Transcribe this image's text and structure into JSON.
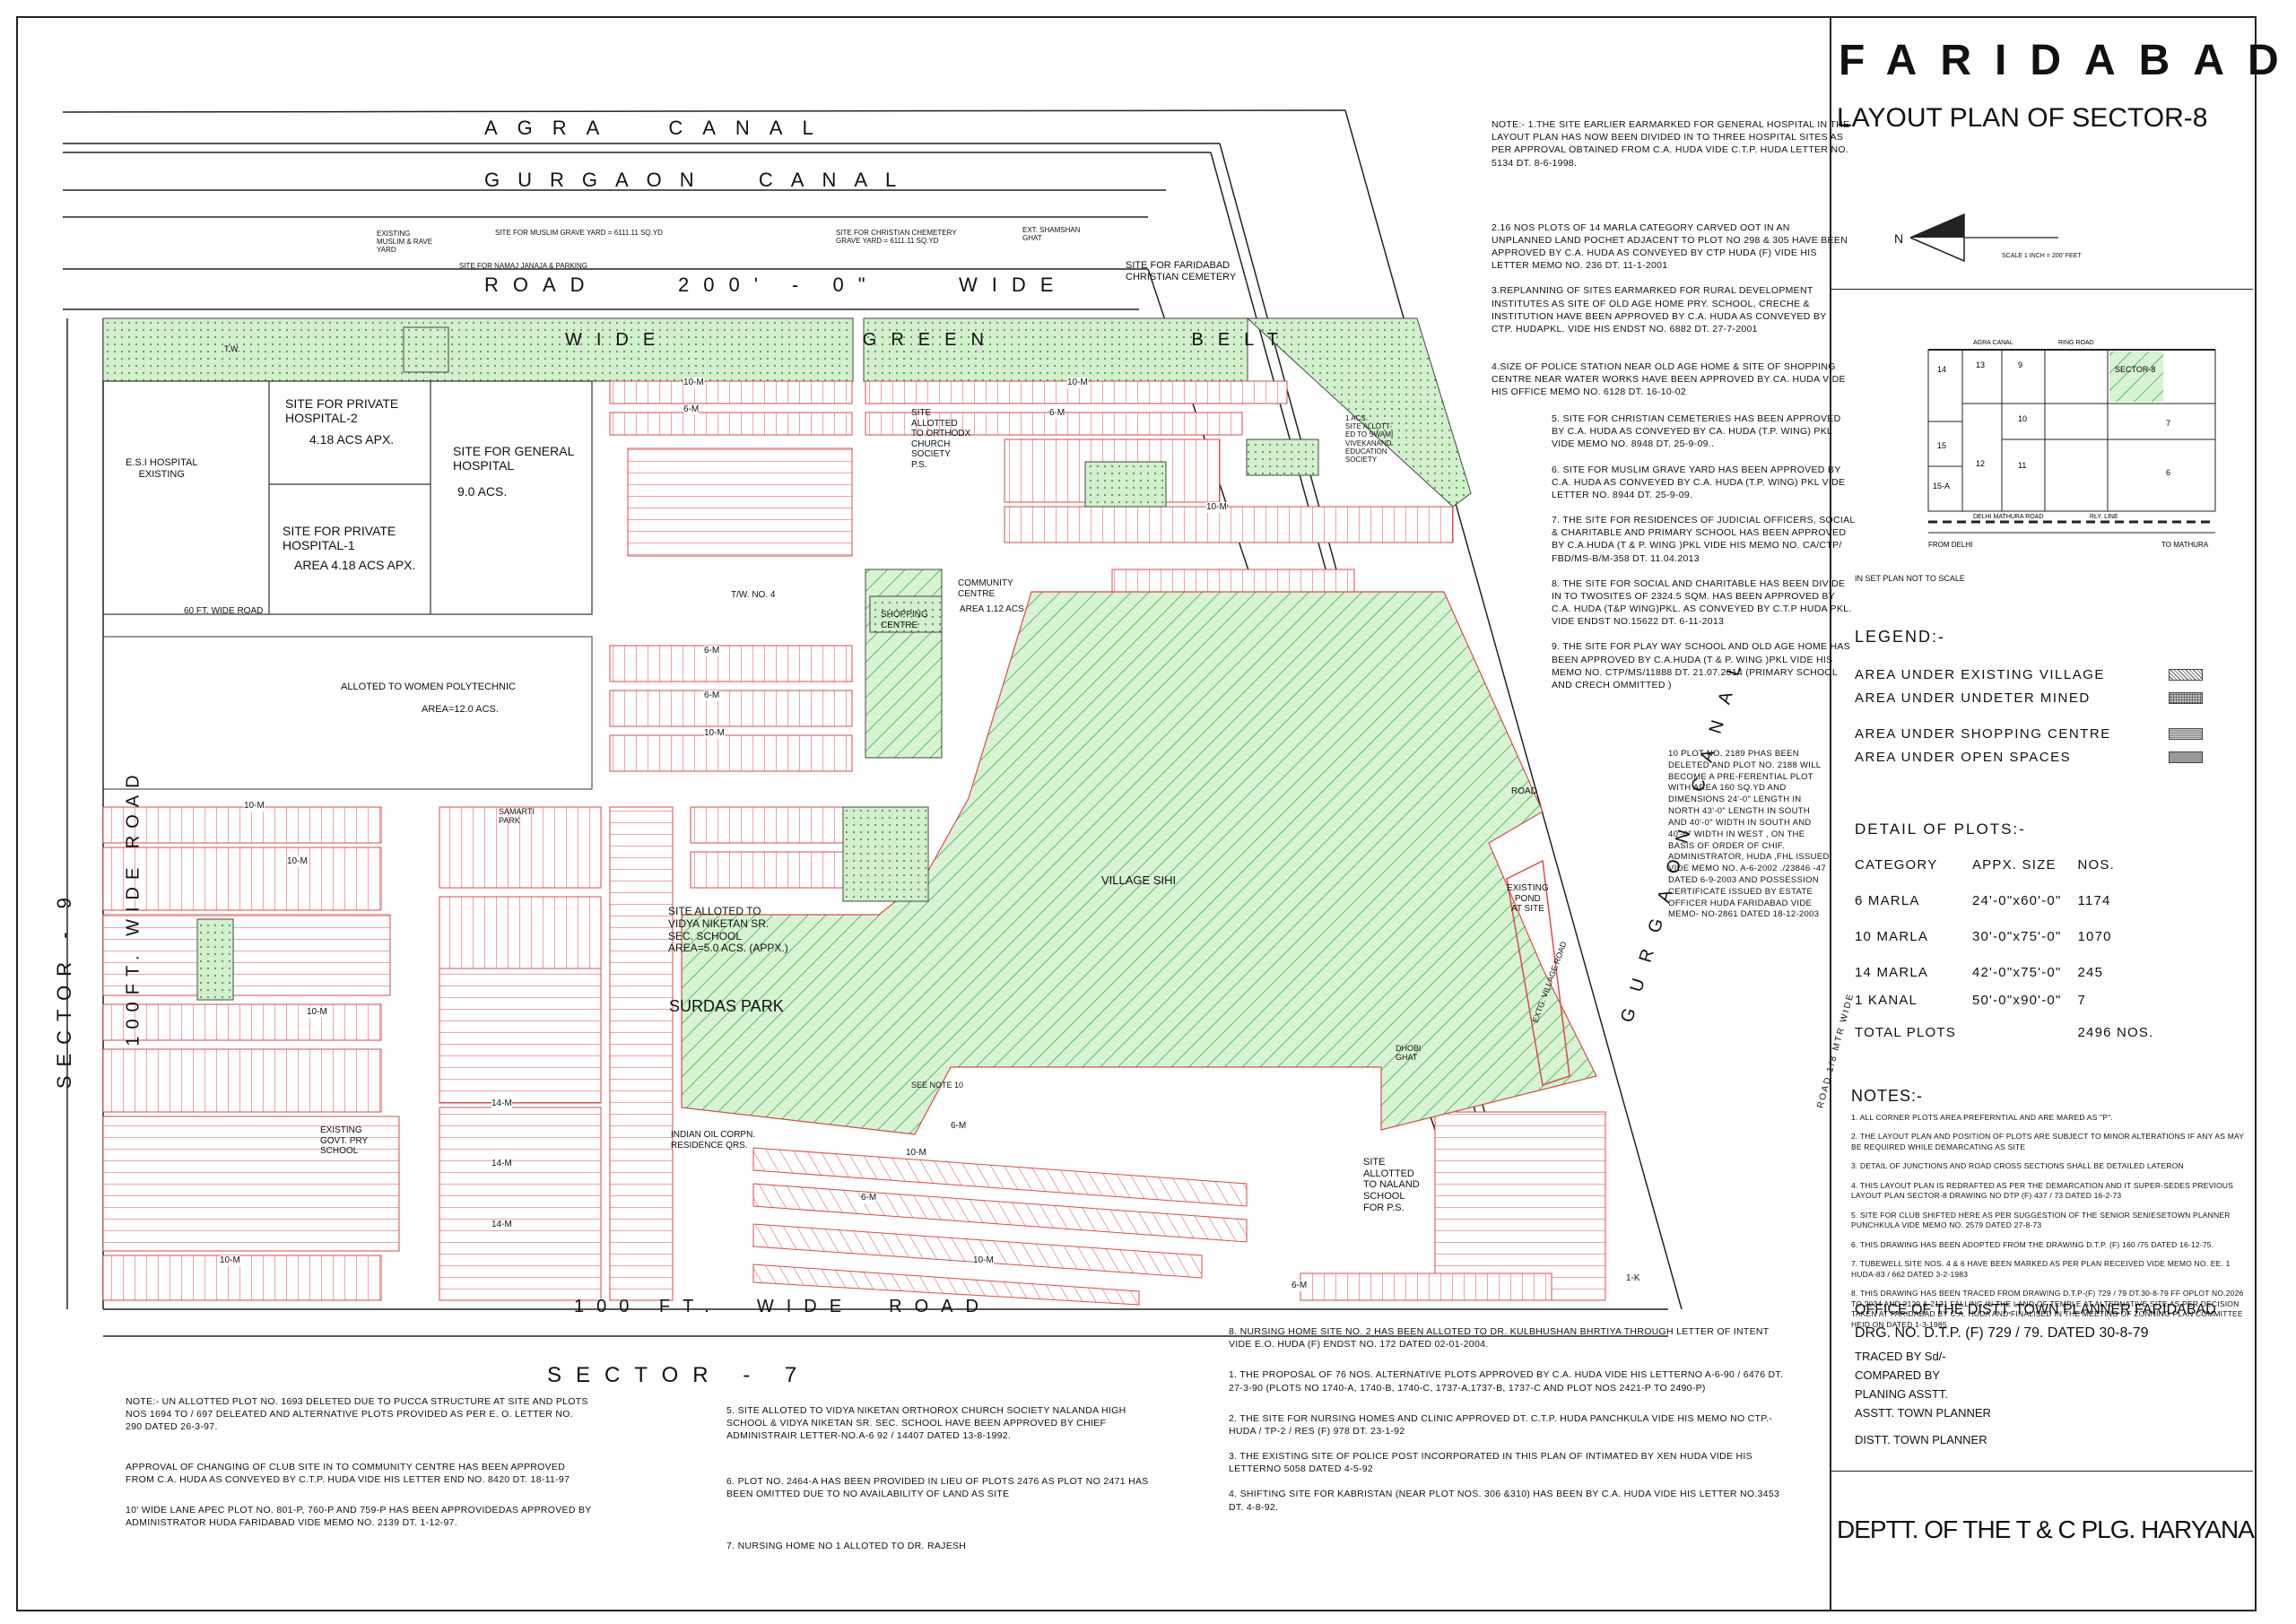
{
  "header": {
    "city": "FARIDABAD",
    "subtitle": "LAYOUT PLAN OF SECTOR-8"
  },
  "north_arrow": {
    "label": "N",
    "scale_text": "SCALE 1 INCH = 200' FEET"
  },
  "key_map": {
    "labels": [
      "AGRA CANAL",
      "RING ROAD",
      "14",
      "13",
      "9",
      "SECTOR-8",
      "15",
      "10",
      "7",
      "12",
      "11",
      "15-A",
      "6",
      "DELHI MATHURA ROAD",
      "RLY. LINE",
      "FROM DELHI",
      "TO MATHURA"
    ],
    "caption": "IN SET PLAN NOT TO SCALE"
  },
  "legend": {
    "title": "LEGEND:-",
    "items": [
      {
        "label": "AREA UNDER EXISTING VILLAGE",
        "pattern": "hatch"
      },
      {
        "label": "AREA UNDER UNDETER MINED",
        "pattern": "dots"
      },
      {
        "label": "AREA UNDER SHOPPING CENTRE",
        "pattern": "grid"
      },
      {
        "label": "AREA UNDER OPEN SPACES",
        "pattern": "solid"
      }
    ]
  },
  "plot_details": {
    "title": "DETAIL OF PLOTS:-",
    "headers": [
      "CATEGORY",
      "APPX. SIZE",
      "NOS."
    ],
    "rows": [
      [
        "6 MARLA",
        "24'-0\"x60'-0\"",
        "1174"
      ],
      [
        "10 MARLA",
        "30'-0\"x75'-0\"",
        "1070"
      ],
      [
        "14 MARLA",
        "42'-0\"x75'-0\"",
        "245"
      ],
      [
        "1 KANAL",
        "50'-0\"x90'-0\"",
        "7"
      ]
    ],
    "total_label": "TOTAL PLOTS",
    "total_value": "2496 NOS."
  },
  "side_notes": {
    "title": "NOTES:-",
    "items": [
      "1. ALL CORNER PLOTS AREA PREFERNTIAL AND ARE MARED AS \"P\".",
      "2. THE LAYOUT PLAN AND POSITION OF PLOTS ARE SUBJECT TO MINOR ALTERATIONS IF ANY AS MAY BE REQUIRED WHILE DEMARCATING AS SITE",
      "3. DETAIL OF JUNCTIONS AND ROAD CROSS SECTIONS SHALL BE DETAILED LATERON",
      "4. THIS LAYOUT PLAN IS REDRAFTED AS PER THE DEMARCATION AND IT SUPER-SEDES PREVIOUS LAYOUT PLAN SECTOR-8 DRAWING NO DTP (F) 437 / 73 DATED 16-2-73",
      "5. SITE FOR CLUB SHIFTED HERE AS PER SUGGESTION OF THE SENIOR SENIESETOWN PLANNER PUNCHKULA VIDE MEMO NO. 2579 DATED 27-8-73",
      "6. THIS DRAWING HAS BEEN ADOPTED FROM THE DRAWING D.T.P. (F) 160 /75 DATED 16-12-75.",
      "7. TUBEWELL SITE NOS. 4 & 6 HAVE BEEN MARKED AS PER PLAN RECEIVED VIDE MEMO NO. EE. 1 HUDA-83 / 662 DATED 3-2-1983",
      "8. THIS DRAWING HAS BEEN TRACED FROM DRAWING D.T.P-(F) 729 / 79 DT.30-8-79 FF OPLOT NO.2026 TO 2034 AND 2120 & 2121 FALLING IN THE LAND OF TEMPLE AT ALTERNATIVE SITE AS PER DECISION TAKEN AT FARIDABAD BY C.A. HUDA AND FINALISED IN THE MEETING OF ZONNING PLAN COMMITTEE HEID ON DATED 1-3-1985."
    ]
  },
  "office": {
    "lines": [
      "OFFICE OF THE DISTT. TOWN PLANNER FARIDABAD",
      "DRG. NO. D.T.P. (F) 729 / 79. DATED 30-8-79",
      "TRACED BY   Sd/-",
      "COMPARED BY",
      "PLANING ASSTT.",
      "ASSTT. TOWN PLANNER",
      "DISTT. TOWN PLANNER"
    ]
  },
  "department": "DEPTT. OF THE T & C PLG. HARYANA",
  "map": {
    "roads": {
      "agra_canal": "AGRA  CANAL",
      "gurgaon_canal_top": "GURGAON  CANAL",
      "road_200": "ROAD    200' - 0\"    WIDE",
      "green_belt": "WIDE          GREEN          BELT",
      "road_100_bottom": "100 FT.  WIDE  ROAD",
      "sector_7": "SECTOR - 7",
      "sector_9": "SECTOR - 9",
      "left_road": "100FT. WIDE ROAD",
      "gurgaon_canal_right": "GURGAON CANAL",
      "road_60": "60 FT. WIDE ROAD",
      "road_right": "ROAD 1/8 MTR WIDE",
      "road_small": "ROAD"
    },
    "sites": [
      "E.S.I HOSPITAL\nEXISTING",
      "SITE FOR PRIVATE\nHOSPITAL-2",
      "4.18 ACS APX.",
      "SITE FOR GENERAL\nHOSPITAL",
      "9.0 ACS.",
      "SITE FOR PRIVATE\nHOSPITAL-1",
      "AREA 4.18 ACS APX.",
      "ALLOTED TO WOMEN POLYTECHNIC",
      "AREA=12.0 ACS.",
      "SHOPPING\nCENTRE",
      "COMMUNITY\nCENTRE",
      "AREA 1.12 ACS",
      "SITE\nALLOTTED\nTO ORTHODX\nCHURCH\nSOCIETY\nP.S.",
      "VILLAGE SIHI",
      "SITE ALLOTED TO\nVIDYA NIKETAN SR.\nSEC. SCHOOL\nAREA=5.0 ACS. (APPX.)",
      "SURDAS PARK",
      "EXISTING\nPOND\nAT SITE",
      "INDIAN OIL CORPN.\nRESIDENCE QRS.",
      "SITE\nALLOTTED\nTO NALAND\nSCHOOL\nFOR P.S.",
      "EXISTING\nGOVT. PRY\nSCHOOL",
      "SAMARTI\nPARK",
      "T/W. NO. 4",
      "DHOBI\nGHAT",
      "SEE NOTE 10",
      "EXTG. VILLAGE ROAD",
      "EXISTING\nMUSLIM & RAVE\nYARD",
      "SITE FOR MUSLIM GRAVE YARD = 6111.11 SQ.YD",
      "SITE FOR CHRISTIAN CHEMETERY\nGRAVE YARD = 6111.11 SQ.YD",
      "EXT. SHAMSHAN\nGHAT",
      "SITE FOR NAMAJ JANAJA & PARKING",
      "SITE FOR FARIDABAD\nCHRISTIAN CEMETERY",
      "T.W.",
      "1 ACS.\nSITE ALLOTT-\nED TO SWAMI\nVIVEKANAND\nEDUCATION\nSOCIETY"
    ],
    "plot_labels": [
      "10-M",
      "6-M",
      "14-M",
      "1-K"
    ],
    "top_notes": [
      "NOTE:-\n1.THE SITE EARLIER  EARMARKED FOR GENERAL HOSPITAL IN THE LAYOUT PLAN HAS NOW BEEN DIVIDED IN TO THREE HOSPITAL SITES AS PER APPROVAL OBTAINED FROM C.A. HUDA VIDE C.T.P. HUDA LETTER NO. 5134 DT. 8-6-1998.",
      "2.16 NOS PLOTS OF 14 MARLA CATEGORY CARVED OOT IN AN UNPLANNED LAND POCHET ADJACENT TO PLOT NO 298 & 305 HAVE BEEN APPROVED BY C.A. HUDA AS CONVEYED BY CTP HUDA (F) VIDE HIS LETTER MEMO NO. 236 DT. 11-1-2001",
      "3.REPLANNING OF SITES EARMARKED FOR RURAL DEVELOPMENT INSTITUTES AS SITE OF OLD AGE HOME PRY. SCHOOL, CRECHE & INSTITUTION HAVE BEEN APPROVED BY C.A. HUDA AS CONVEYED BY CTP. HUDAPKL. VIDE HIS ENDST NO. 6882 DT. 27-7-2001",
      "4.SIZE OF POLICE STATION NEAR OLD AGE HOME & SITE OF SHOPPING CENTRE NEAR WATER WORKS HAVE BEEN APPROVED BY CA. HUDA VIDE HIS OFFICE MEMO NO. 6128 DT. 16-10-02",
      "5. SITE FOR CHRISTIAN CEMETERIES HAS BEEN APPROVED BY C.A. HUDA AS CONVEYED BY CA. HUDA (T.P. WING) PKL VIDE MEMO NO. 8948 DT. 25-9-09..",
      "6. SITE FOR MUSLIM GRAVE YARD HAS BEEN APPROVED BY C.A. HUDA AS CONVEYED BY C.A. HUDA (T.P. WING) PKL VIDE LETTER NO. 8944 DT. 25-9-09.",
      "7. THE SITE FOR RESIDENCES OF JUDICIAL OFFICERS, SOCIAL & CHARITABLE AND PRIMARY SCHOOL HAS BEEN APPROVED BY C.A.HUDA (T & P. WING )PKL VIDE HIS MEMO NO. CA/CTP/ FBD/MS-B/M-358 DT. 11.04.2013",
      "8. THE SITE FOR SOCIAL AND CHARITABLE HAS BEEN DIVIDE IN TO TWOSITES OF 2324.5 SQM. HAS BEEN APPROVED BY C.A. HUDA (T&P WING)PKL. AS CONVEYED BY C.T.P HUDA PKL. VIDE ENDST NO.15622 DT. 6-11-2013",
      "9. THE SITE FOR PLAY WAY SCHOOL AND OLD AGE HOME HAS BEEN APPROVED BY C.A.HUDA (T & P. WING )PKL VIDE HIS MEMO NO. CTP/MS/11888 DT. 21.07.2014  (PRIMARY SCHOOL AND CRECH OMMITTED )",
      "10 PLOT NO. 2189 PHAS BEEN DELETED AND PLOT NO. 2188 WILL BECOME A PRE-FERENTIAL PLOT WITH AREA 160 SQ.YD AND DIMENSIONS 24'-0\" LENGTH IN NORTH 43'-0\" LENGTH IN SOUTH AND 40'-0\" WIDTH IN SOUTH AND 40'-0\" WIDTH IN WEST , ON THE BASIS OF ORDER OF CHIF. ADMINISTRATOR, HUDA ,FHL ISSUED VIDE MEMO NO. A-6-2002 ./23846 -47 DATED 6-9-2003 AND POSSESSION CERTIFICATE ISSUED BY ESTATE OFFICER HUDA FARIDABAD VIDE MEMO- NO-2861 DATED 18-12-2003"
    ],
    "bottom_notes_left": [
      "NOTE:- UN ALLOTTED PLOT NO. 1693 DELETED DUE TO PUCCA STRUCTURE AT SITE AND PLOTS NOS 1694 TO / 697 DELEATED AND ALTERNATIVE PLOTS PROVIDED AS PER E. O. LETTER NO. 290 DATED 26-3-97.",
      "APPROVAL OF CHANGING OF CLUB SITE IN TO COMMUNITY CENTRE HAS BEEN APPROVED FROM C.A. HUDA AS CONVEYED BY C.T.P. HUDA VIDE HIS LETTER END NO. 8420 DT. 18-11-97",
      "10' WIDE LANE APEC PLOT NO. 801-P, 760-P AND 759-P HAS BEEN APPROVIDEDAS APPROVED BY ADMINISTRATOR HUDA FARIDABAD VIDE MEMO NO. 2139 DT. 1-12-97."
    ],
    "bottom_notes_mid": [
      "5. SITE ALLOTED TO VIDYA NIKETAN ORTHOROX CHURCH SOCIETY NALANDA HIGH SCHOOL & VIDYA NIKETAN SR. SEC. SCHOOL HAVE BEEN APPROVED BY CHIEF ADMINISTRAIR LETTER-NO.A-6 92 / 14407 DATED 13-8-1992.",
      "6. PLOT NO. 2464-A HAS BEEN PROVIDED IN LIEU OF PLOTS 2476 AS PLOT NO 2471 HAS BEEN OMITTED DUE TO NO AVAILABILITY OF LAND AS SITE",
      "7. NURSING HOME NO 1 ALLOTED TO DR. RAJESH"
    ],
    "bottom_notes_right": [
      "8.  NURSING HOME SITE NO. 2 HAS BEEN ALLOTED TO DR. KULBHUSHAN BHRTIYA THROUGH LETTER OF INTENT VIDE E.O. HUDA (F) ENDST NO. 172 DATED 02-01-2004.",
      "1.  THE PROPOSAL OF 76 NOS. ALTERNATIVE PLOTS APPROVED BY C.A. HUDA VIDE HIS LETTERNO A-6-90 / 6476 DT. 27-3-90 (PLOTS NO 1740-A, 1740-B, 1740-C, 1737-A,1737-B, 1737-C AND PLOT NOS 2421-P TO 2490-P)",
      "2.  THE SITE FOR NURSING HOMES AND CLINIC APPROVED DT. C.T.P. HUDA PANCHKULA VIDE HIS MEMO NO CTP.-HUDA / TP-2 / RES (F) 978 DT. 23-1-92",
      "3.  THE EXISTING SITE OF POLICE POST INCORPORATED IN THIS PLAN OF INTIMATED BY XEN HUDA VIDE HIS LETTERNO 5058 DATED 4-5-92",
      "4.  SHIFTING SITE FOR KABRISTAN (NEAR PLOT NOS. 306 &310) HAS BEEN BY C.A. HUDA VIDE HIS LETTER NO.3453 DT. 4-8-92."
    ]
  },
  "colors": {
    "plot_line": "#d94b4b",
    "green_fill": "#c9ecc4",
    "green_hatch": "#55b855",
    "ink": "#1a1a1a"
  }
}
